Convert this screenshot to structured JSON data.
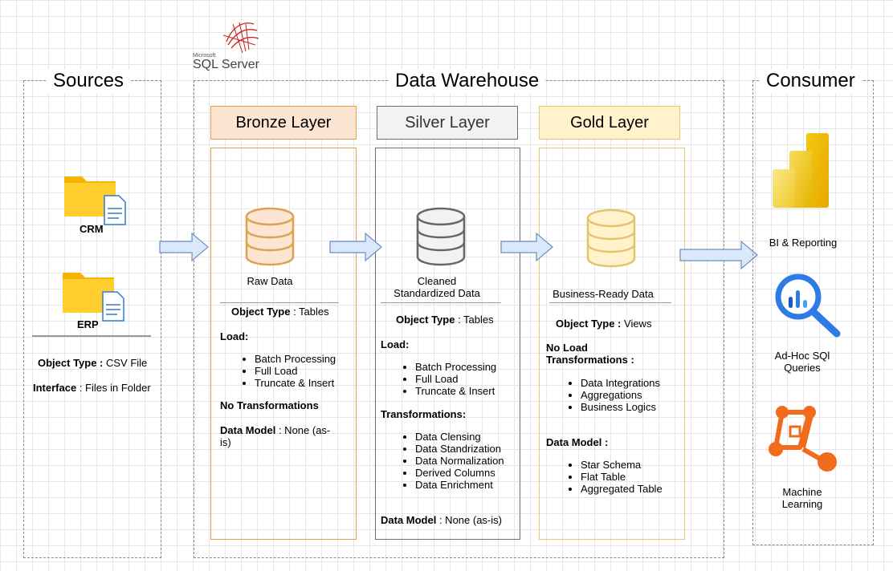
{
  "sources": {
    "title": "Sources",
    "items": [
      {
        "label": "CRM",
        "icon": "folder-document-icon"
      },
      {
        "label": "ERP",
        "icon": "folder-document-icon"
      }
    ],
    "object_type_label": "Object Type :",
    "object_type_value": " CSV File",
    "interface_label": "Interface",
    "interface_value": " : Files in Folder"
  },
  "warehouse": {
    "title": "Data Warehouse",
    "logo_small": "Microsoft",
    "logo_text": "SQL Server",
    "bronze": {
      "header": "Bronze Layer",
      "db_label": "Raw Data",
      "object_type_label": "Object Type",
      "object_type_value": " : Tables",
      "load_label": "Load:",
      "load_items": [
        "Batch Processing",
        "Full Load",
        "Truncate & Insert"
      ],
      "transform_label": "No Transformations",
      "model_label": "Data Model",
      "model_value_1": " : None (as-",
      "model_value_2": "is)"
    },
    "silver": {
      "header": "Silver Layer",
      "db_label_1": "Cleaned",
      "db_label_2": "Standardized Data",
      "object_type_label": "Object Type",
      "object_type_value": " : Tables",
      "load_label": "Load:",
      "load_items": [
        "Batch Processing",
        "Full Load",
        "Truncate & Insert"
      ],
      "transform_label": "Transformations:",
      "transform_items": [
        "Data Clensing",
        "Data Standrization",
        "Data Normalization",
        "Derived Columns",
        "Data Enrichment"
      ],
      "model_label": "Data Model",
      "model_value": " : None (as-is)"
    },
    "gold": {
      "header": "Gold Layer",
      "db_label": "Business-Ready Data",
      "object_type_label": "Object Type :",
      "object_type_value": " Views",
      "load_label_1": "No Load",
      "load_label_2": "Transformations :",
      "transform_items": [
        "Data Integrations",
        "Aggregations",
        "Business Logics"
      ],
      "model_label": "Data Model :",
      "model_items": [
        "Star Schema",
        "Flat Table",
        "Aggregated Table"
      ]
    }
  },
  "consumer": {
    "title": "Consumer",
    "items": [
      {
        "label_1": "BI & Reporting",
        "label_2": "",
        "icon": "power-bi-icon"
      },
      {
        "label_1": "Ad-Hoc SQl",
        "label_2": "Queries",
        "icon": "query-magnifier-icon"
      },
      {
        "label_1": "Machine",
        "label_2": "Learning",
        "icon": "machine-learning-icon"
      }
    ]
  },
  "colors": {
    "bronze_fill": "#fce5d3",
    "bronze_border": "#e0a14a",
    "silver_fill": "#f2f2f2",
    "silver_border": "#6e6e6e",
    "gold_fill": "#fff2cc",
    "gold_border": "#e6c86e",
    "arrow_fill": "#dae8fc",
    "arrow_stroke": "#6c8ebf"
  }
}
